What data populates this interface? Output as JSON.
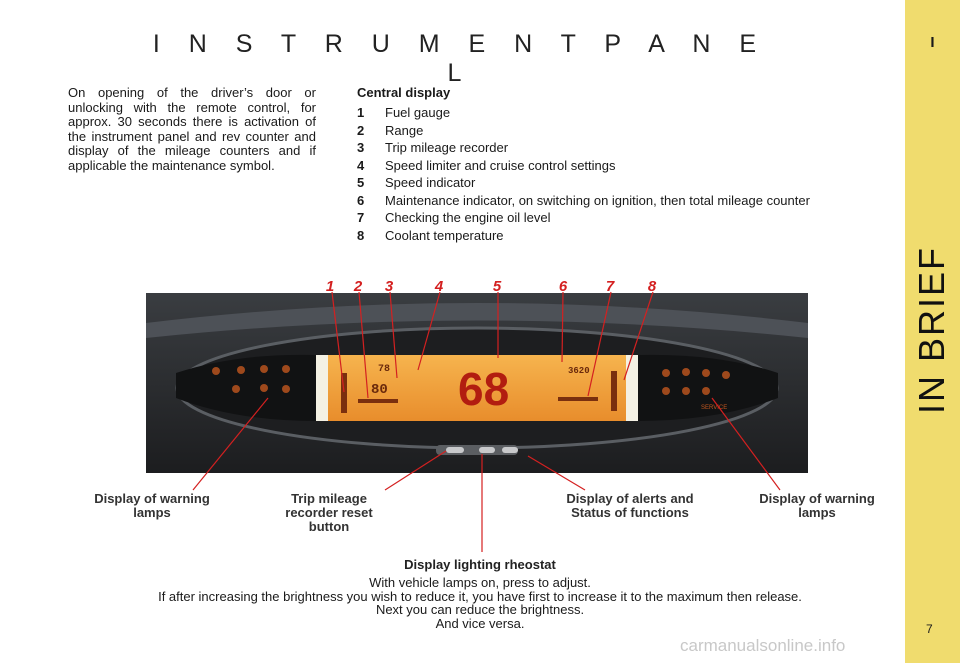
{
  "page": {
    "title": "I N S T R U M E N T  P A N E L",
    "section_roman": "I",
    "section_title": "IN BRIEF",
    "page_number": "7",
    "watermark": "carmanualsonline.info"
  },
  "intro": "On opening of the driver’s door or unlocking with the remote control, for approx. 30 seconds there is activation of the instrument panel and rev counter and display of the mileage counters and if applicable the maintenance symbol.",
  "central_display": {
    "heading": "Central display",
    "items": [
      {
        "num": "1",
        "text": "Fuel gauge"
      },
      {
        "num": "2",
        "text": "Range"
      },
      {
        "num": "3",
        "text": "Trip mileage recorder"
      },
      {
        "num": "4",
        "text": "Speed limiter and cruise control settings"
      },
      {
        "num": "5",
        "text": "Speed indicator"
      },
      {
        "num": "6",
        "text": "Maintenance indicator, on switching on ignition, then total mileage counter"
      },
      {
        "num": "7",
        "text": "Checking the engine oil level"
      },
      {
        "num": "8",
        "text": "Coolant temperature"
      }
    ]
  },
  "figure": {
    "callout_numbers": [
      "1",
      "2",
      "3",
      "4",
      "5",
      "6",
      "7",
      "8"
    ],
    "speed_readout": "68",
    "small_readout": "80",
    "range_readout": "78",
    "odo_readout": "3620",
    "service_text": "SERVICE",
    "labels": {
      "warning_left": "Display of warning lamps",
      "trip_reset": "Trip mileage recorder reset button",
      "alerts": "Display of alerts and Status of functions",
      "warning_right": "Display of warning lamps",
      "rheostat": "Display lighting rheostat"
    }
  },
  "rheostat_text": [
    "With vehicle lamps on, press to adjust.",
    "If after increasing the brightness you wish to reduce it, you have first to increase it to the maximum then release.",
    "Next you can reduce the brightness.",
    "And vice versa."
  ],
  "colors": {
    "sidebar": "#f0dc6e",
    "callout": "#d42020",
    "lcd": "#f0a040"
  }
}
